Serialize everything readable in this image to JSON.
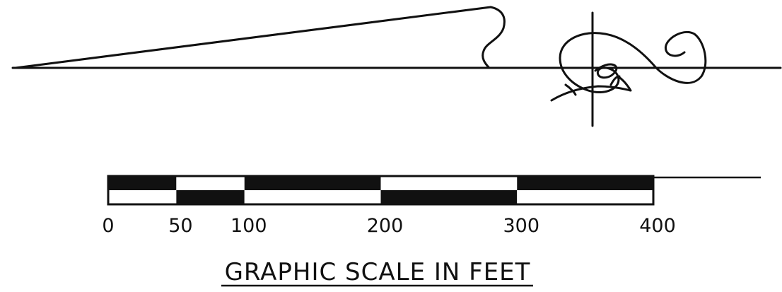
{
  "scale": {
    "title": "GRAPHIC SCALE IN FEET",
    "unit": "feet",
    "ticks": [
      {
        "value": 0,
        "label": "0"
      },
      {
        "value": 50,
        "label": "50"
      },
      {
        "value": 100,
        "label": "100"
      },
      {
        "value": 200,
        "label": "200"
      },
      {
        "value": 300,
        "label": "300"
      },
      {
        "value": 400,
        "label": "400"
      }
    ],
    "bar_segments": [
      {
        "from": 0,
        "to": 50,
        "top": "black",
        "bottom": "white"
      },
      {
        "from": 50,
        "to": 100,
        "top": "white",
        "bottom": "black"
      },
      {
        "from": 100,
        "to": 200,
        "top": "black",
        "bottom": "white"
      },
      {
        "from": 200,
        "to": 300,
        "top": "white",
        "bottom": "black"
      },
      {
        "from": 300,
        "to": 400,
        "top": "black",
        "bottom": "white"
      }
    ]
  },
  "colors": {
    "ink": "#111111",
    "paper": "#ffffff"
  }
}
